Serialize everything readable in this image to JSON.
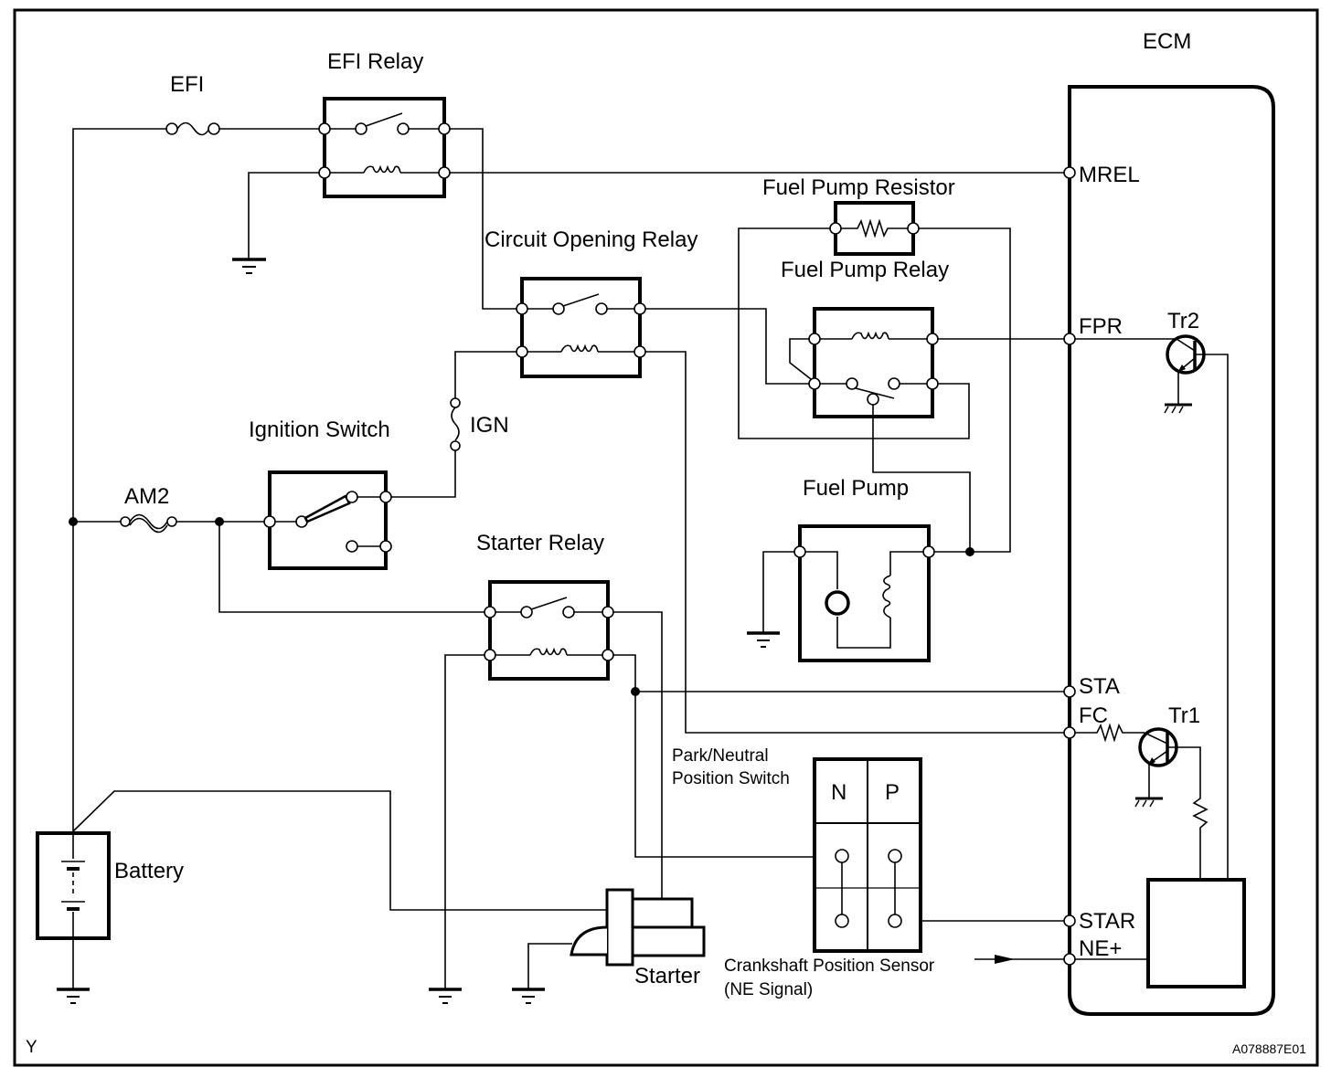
{
  "diagram": {
    "type": "wiring-schematic",
    "subject": "Fuel pump control circuit",
    "figure_id": "A078887E01",
    "corner_mark": "Y"
  },
  "ecm": {
    "label": "ECM",
    "terminals": [
      "MREL",
      "FPR",
      "STA",
      "FC",
      "STAR",
      "NE+"
    ],
    "transistors": [
      "Tr2",
      "Tr1"
    ]
  },
  "components": {
    "efi_fuse": "EFI",
    "efi_relay": "EFI Relay",
    "circuit_opening_relay": "Circuit Opening Relay",
    "fuel_pump_resistor": "Fuel Pump Resistor",
    "fuel_pump_relay": "Fuel Pump Relay",
    "ignition_switch": "Ignition Switch",
    "ign_fuse": "IGN",
    "am2_fuse": "AM2",
    "fuel_pump": "Fuel Pump",
    "starter_relay": "Starter Relay",
    "battery": "Battery",
    "starter": "Starter",
    "pn_switch_line1": "Park/Neutral",
    "pn_switch_line2": "Position Switch",
    "pn_switch_n": "N",
    "pn_switch_p": "P",
    "ckp_line1": "Crankshaft Position Sensor",
    "ckp_line2": "(NE Signal)"
  },
  "colors": {
    "line": "#000000",
    "background": "#ffffff"
  }
}
